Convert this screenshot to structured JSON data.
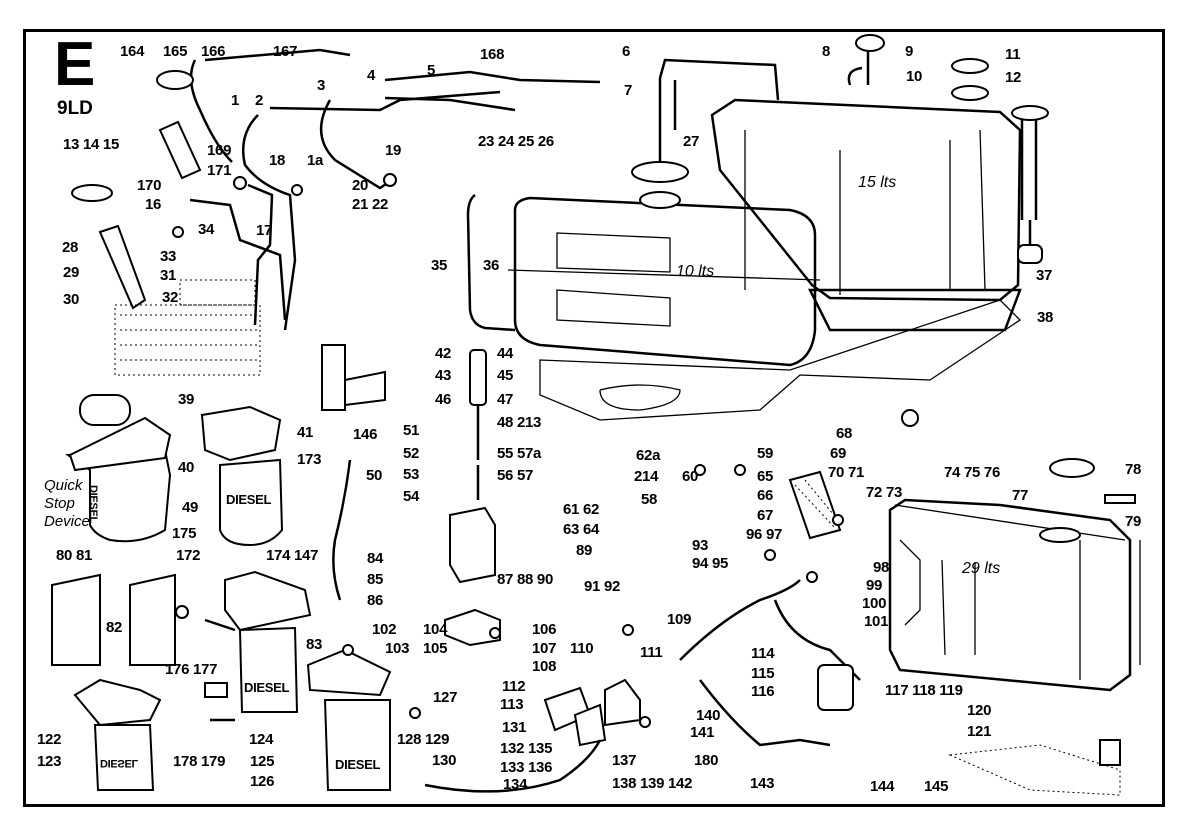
{
  "diagram": {
    "section_letter": "E",
    "engine_model": "9LD",
    "tank_capacities": {
      "tank_10": "10 lts",
      "tank_15": "15 lts",
      "tank_29": "29 lts"
    },
    "note_quick_stop": [
      "Quick",
      "Stop",
      "Device"
    ],
    "filter_text": {
      "diesel_1": "DIESEL",
      "diesel_2": "DIESEL",
      "diesel_3": "DIESEL",
      "diesel_mirrored_1": "DIESEL",
      "diesel_mirrored_2": "DIESEL"
    },
    "part_labels": {
      "l164": "164",
      "l165": "165",
      "l166": "166",
      "l167": "167",
      "l168": "168",
      "l1": "1",
      "l2": "2",
      "l3": "3",
      "l4": "4",
      "l5": "5",
      "l6": "6",
      "l7": "7",
      "l8": "8",
      "l9": "9",
      "l10": "10",
      "l11": "11",
      "l12": "12",
      "l13_15": "13 14 15",
      "l169": "169",
      "l171": "171",
      "l170": "170",
      "l16": "16",
      "l18": "18",
      "l1a": "1a",
      "l19": "19",
      "l20": "20",
      "l21_22": "21  22",
      "l23_26": "23  24  25   26",
      "l27": "27",
      "l28": "28",
      "l29": "29",
      "l30": "30",
      "l31": "31",
      "l32": "32",
      "l33": "33",
      "l34": "34",
      "l17": "17",
      "l35": "35",
      "l36": "36",
      "l37": "37",
      "l38": "38",
      "l39": "39",
      "l40": "40",
      "l41": "41",
      "l173": "173",
      "l49": "49",
      "l175": "175",
      "l80_81": "80  81",
      "l172": "172",
      "l174_147": "174 147",
      "l42": "42",
      "l43": "43",
      "l44": "44",
      "l45": "45",
      "l46": "46",
      "l47": "47",
      "l48_213": "48 213",
      "l146": "146",
      "l51": "51",
      "l52": "52",
      "l53": "53",
      "l54": "54",
      "l50": "50",
      "l55_57a": "55 57a",
      "l56_57": "56 57",
      "l62a": "62a",
      "l214": "214",
      "l58": "58",
      "l60": "60",
      "l59": "59",
      "l65": "65",
      "l66": "66",
      "l67": "67",
      "l68": "68",
      "l69": "69",
      "l70_71": "70  71",
      "l72_73": "72 73",
      "l74_76": "74  75  76",
      "l77": "77",
      "l78": "78",
      "l79": "79",
      "l61_62": "61 62",
      "l63_64": "63 64",
      "l89": "89",
      "l93": "93",
      "l94_95": "94 95",
      "l96_97": "96  97",
      "l98": "98",
      "l99": "99",
      "l100": "100",
      "l101": "101",
      "l84": "84",
      "l85": "85",
      "l86": "86",
      "l87_90": "87 88 90",
      "l91_92": "91 92",
      "l82": "82",
      "l83": "83",
      "l176_177": "176  177",
      "l102": "102",
      "l103": "103",
      "l104": "104",
      "l105": "105",
      "l106": "106",
      "l107": "107",
      "l108": "108",
      "l109": "109",
      "l110": "110",
      "l111": "111",
      "l114": "114",
      "l115": "115",
      "l116": "116",
      "l112": "112",
      "l113": "113",
      "l127": "127",
      "l122": "122",
      "l123": "123",
      "l124": "124",
      "l125": "125",
      "l126": "126",
      "l178_179": "178  179",
      "l128_129": "128 129",
      "l130": "130",
      "l131": "131",
      "l132_135": "132 135",
      "l133_136": "133 136",
      "l134": "134",
      "l137": "137",
      "l138_142": "138  139  142",
      "l140": "140",
      "l141": "141",
      "l180": "180",
      "l143": "143",
      "l117_119": "117  118  119",
      "l120": "120",
      "l121": "121",
      "l144": "144",
      "l145": "145"
    }
  }
}
